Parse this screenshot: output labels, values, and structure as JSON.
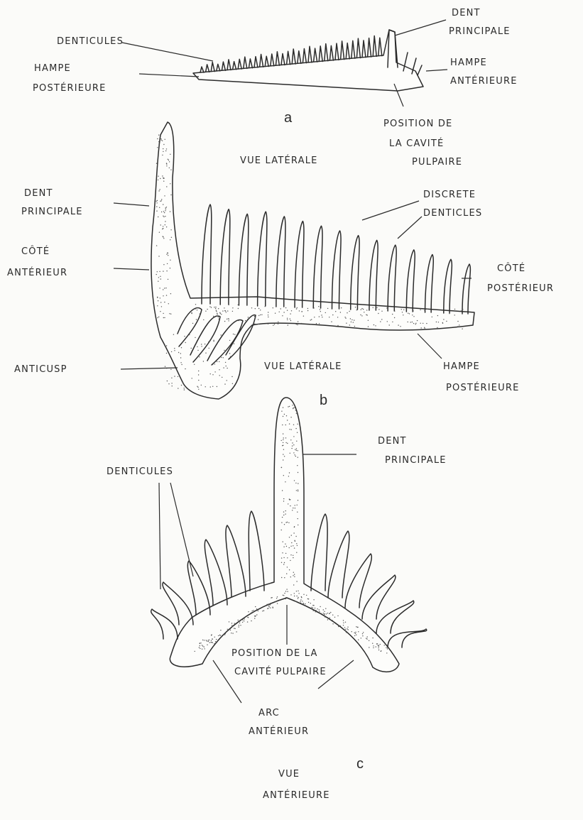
{
  "labels": {
    "a": {
      "denticules": "DENTICULES",
      "hampe_posterieure_1": "HAMPE",
      "hampe_posterieure_2": "POSTÉRIEURE",
      "dent_principale_1": "DENT",
      "dent_principale_2": "PRINCIPALE",
      "hampe_anterieure_1": "HAMPE",
      "hampe_anterieure_2": "ANTÉRIEURE",
      "cavite_1": "POSITION DE",
      "cavite_2": "LA CAVITÉ",
      "cavite_3": "PULPAIRE",
      "figure_letter": "a"
    },
    "b": {
      "vue_laterale_top": "VUE LATÉRALE",
      "dent_principale_1": "DENT",
      "dent_principale_2": "PRINCIPALE",
      "discrete_1": "DISCRETE",
      "discrete_2": "DENTICLES",
      "cote_anterieur_1": "CÔTÉ",
      "cote_anterieur_2": "ANTÉRIEUR",
      "cote_posterieur_1": "CÔTÉ",
      "cote_posterieur_2": "POSTÉRIEUR",
      "anticusp": "ANTICUSP",
      "vue_laterale_bottom": "VUE LATÉRALE",
      "hampe_posterieure_1": "HAMPE",
      "hampe_posterieure_2": "POSTÉRIEURE",
      "figure_letter": "b"
    },
    "c": {
      "denticules": "DENTICULES",
      "dent_principale_1": "DENT",
      "dent_principale_2": "PRINCIPALE",
      "cavite_1": "POSITION DE LA",
      "cavite_2": "CAVITÉ PULPAIRE",
      "arc_1": "ARC",
      "arc_2": "ANTÉRIEUR",
      "figure_letter": "c",
      "vue_1": "VUE",
      "vue_2": "ANTÉRIEURE"
    }
  }
}
